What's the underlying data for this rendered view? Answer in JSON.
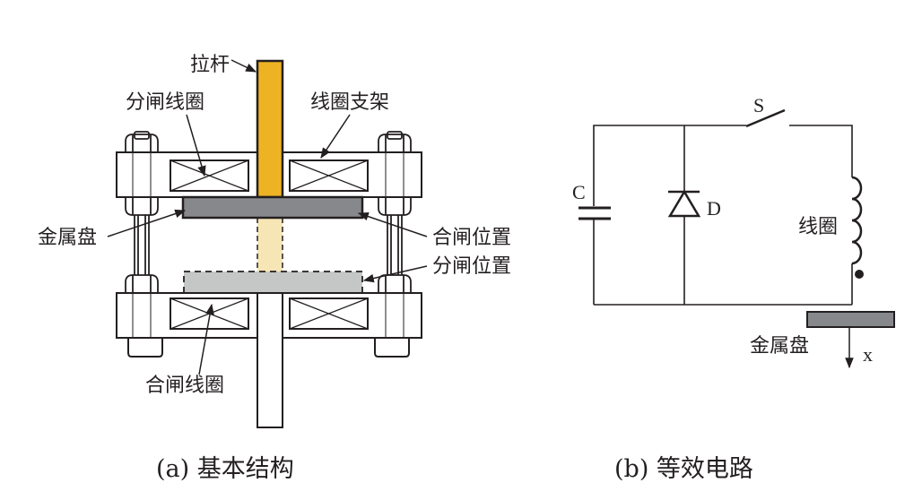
{
  "figure": {
    "panel_a": {
      "caption": "(a) 基本结构",
      "labels": {
        "pull_rod": "拉杆",
        "opening_coil": "分闸线圈",
        "coil_holder": "线圈支架",
        "metal_disk": "金属盘",
        "closing_position": "合闸位置",
        "opening_position": "分闸位置",
        "closing_coil": "合闸线圈"
      }
    },
    "panel_b": {
      "caption": "(b) 等效电路",
      "labels": {
        "switch": "S",
        "capacitor": "C",
        "diode": "D",
        "coil": "线圈",
        "metal_disk": "金属盘",
        "displacement": "x"
      }
    },
    "colors": {
      "pull_rod": "#eeb324",
      "pull_rod_ghost": "#f7e6b5",
      "disk_closed": "#87888c",
      "disk_open": "#c5c6c6",
      "line": "#231f20"
    }
  }
}
